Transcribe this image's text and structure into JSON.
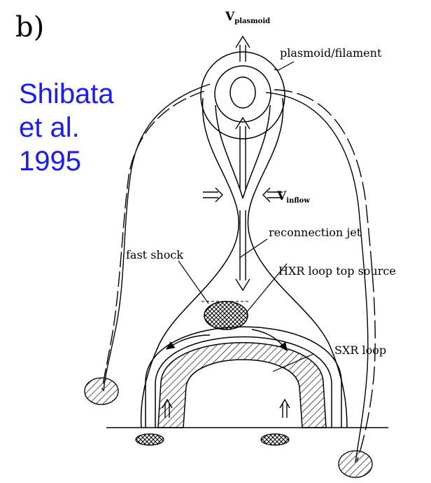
{
  "panel_label": "b)",
  "citation": {
    "line1": "Shibata",
    "line2": "et al.",
    "line3": "1995"
  },
  "labels": {
    "v_plasmoid_main": "V",
    "v_plasmoid_sub": "plasmoid",
    "plasmoid_filament": "plasmoid/filament",
    "v_inflow_main": "V",
    "v_inflow_sub": "inflow",
    "reconnection_jet": "reconnection jet",
    "fast_shock": "fast shock",
    "hxr_loop_top_source": "HXR loop top source",
    "sxr_loop": "SXR loop"
  },
  "colors": {
    "citation": "#1a1aff",
    "ink": "#000000"
  }
}
